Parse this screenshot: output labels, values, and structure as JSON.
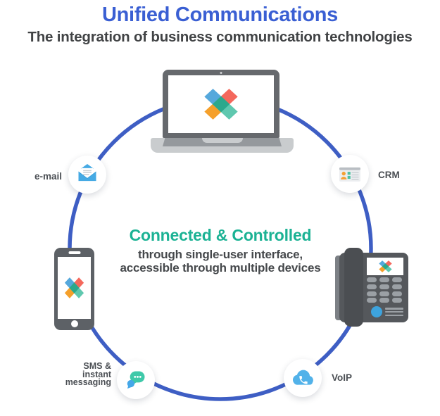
{
  "header": {
    "title": "Unified Communications",
    "subtitle": "The integration of business communication technologies"
  },
  "center_text": {
    "heading": "Connected & Controlled",
    "lines": [
      "through single-user interface,",
      "accessible through multiple devices"
    ]
  },
  "nodes": {
    "email": {
      "label": "e-mail",
      "icon": "open-envelope-icon"
    },
    "crm": {
      "label": "CRM",
      "icon": "contact-card-icon"
    },
    "sms": {
      "lines": [
        "SMS &",
        "instant",
        "messaging"
      ],
      "icon": "chat-bubbles-icon"
    },
    "voip": {
      "label": "VoIP",
      "icon": "cloud-phone-icon"
    }
  },
  "devices": [
    "laptop",
    "smartphone",
    "desk-phone"
  ],
  "logo": {
    "name": "x-brand-logo"
  },
  "colors": {
    "title_blue": "#3a5fd3",
    "ring_blue": "#3e5ec4",
    "heading_teal": "#1bb294",
    "body_gray": "#45484b",
    "label_gray": "#4b4f54",
    "logo_blue": "#55a8dc",
    "logo_red": "#f4685c",
    "logo_orange": "#f5a02b",
    "logo_teal": "#5fc8af",
    "logo_center": "#2ba88c",
    "envelope_blue": "#46aae4",
    "bubble_teal": "#3fc9a9",
    "bubble_blue": "#45a7e8",
    "cloud_blue": "#52b2e9",
    "crm_orange": "#f5a033",
    "crm_teal": "#4ec0a1",
    "device_gray": "#55585c"
  }
}
